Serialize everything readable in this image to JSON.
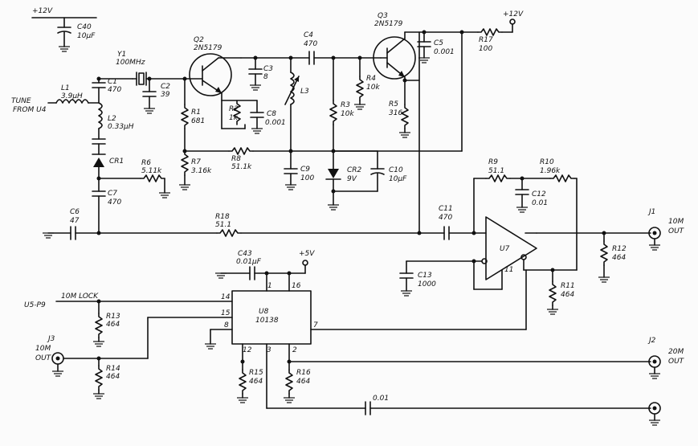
{
  "labels": {
    "v12_top_left": "+12V",
    "c40": "C40",
    "c40_val": "10µF",
    "y1": "Y1",
    "y1_val": "100MHz",
    "c1": "C1",
    "c1_val": "470",
    "c2": "C2",
    "c2_val": "39",
    "l1": "L1",
    "l1_val": "3.9µH",
    "tune": "TUNE",
    "from_u4": "FROM U4",
    "l2": "L2",
    "l2_val": "0.33µH",
    "cr1": "CR1",
    "r6": "R6",
    "r6_val": "5.11k",
    "c7": "C7",
    "c7_val": "470",
    "c6": "C6",
    "c6_val": "47",
    "r18": "R18",
    "r18_val": "51.1",
    "q2": "Q2",
    "q2_type": "2N5179",
    "r1": "R1",
    "r1_val": "681",
    "r7": "R7",
    "r7_val": "3.16k",
    "r8": "R8",
    "r8_val": "51.1k",
    "r2": "R2",
    "r2_val": "1k",
    "c8": "C8",
    "c8_val": "0.001",
    "c3": "C3",
    "c3_val": "8",
    "l3": "L3",
    "c9": "C9",
    "c9_val": "100",
    "c4": "C4",
    "c4_val": "470",
    "r3": "R3",
    "r3_val": "10k",
    "cr2": "CR2",
    "cr2_val": "9V",
    "c10": "C10",
    "c10_val": "10µF",
    "q3": "Q3",
    "q3_type": "2N5179",
    "r4": "R4",
    "r4_val": "10k",
    "r5": "R5",
    "r5_val": "316",
    "c5": "C5",
    "c5_val": "0.001",
    "r17": "R17",
    "r17_val": "100",
    "v12_top_right": "+12V",
    "r9": "R9",
    "r9_val": "51.1",
    "r10": "R10",
    "r10_val": "1.96k",
    "c12": "C12",
    "c12_val": "0.01",
    "c11": "C11",
    "c11_val": "470",
    "u7": "U7",
    "c13": "C13",
    "c13_val": "1000",
    "u7_pin11": "11",
    "r11": "R11",
    "r11_val": "464",
    "r12": "R12",
    "r12_val": "464",
    "j1": "J1",
    "j1_out1": "10M",
    "j1_out2": "OUT",
    "c43": "C43",
    "c43_val": "0.01µF",
    "v5": "+5V",
    "u8": "U8",
    "u8_type": "10138",
    "pin1": "1",
    "pin16": "16",
    "pin14": "14",
    "pin15": "15",
    "pin8": "8",
    "pin7": "7",
    "pin12": "12",
    "pin3": "3",
    "pin2": "2",
    "u5p9": "U5-P9",
    "lock10m": "10M LOCK",
    "r13": "R13",
    "r13_val": "464",
    "r14": "R14",
    "r14_val": "464",
    "j3": "J3",
    "j3_out1": "10M",
    "j3_out2": "OUT",
    "r15": "R15",
    "r15_val": "464",
    "r16": "R16",
    "r16_val": "464",
    "j2": "J2",
    "j2_out1": "20M",
    "j2_out2": "OUT",
    "c_bottom_val": "0.01"
  }
}
